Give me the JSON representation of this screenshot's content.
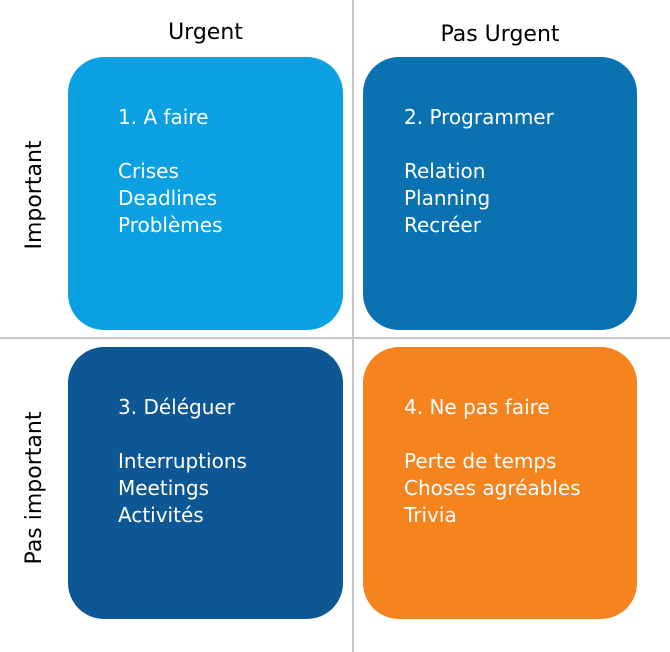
{
  "matrix": {
    "column_headers": [
      {
        "label": "Urgent"
      },
      {
        "label": "Pas Urgent"
      }
    ],
    "row_headers": [
      {
        "label": "Important"
      },
      {
        "label": "Pas important"
      }
    ],
    "quadrants": [
      {
        "number": "1",
        "title": "1. A faire",
        "items": [
          "Crises",
          "Deadlines",
          "Problèmes"
        ],
        "color": "#0AA0E1"
      },
      {
        "number": "2",
        "title": "2. Programmer",
        "items": [
          "Relation",
          "Planning",
          "Recréer"
        ],
        "color": "#0B72B1"
      },
      {
        "number": "3",
        "title": "3. Déléguer",
        "items": [
          "Interruptions",
          "Meetings",
          "Activités"
        ],
        "color": "#0D5795"
      },
      {
        "number": "4",
        "title": "4. Ne pas faire",
        "items": [
          "Perte de temps",
          "Choses agréables",
          "Trivia"
        ],
        "color": "#F5841F"
      }
    ],
    "colors": {
      "divider": "#C6C6C6",
      "quadrant_text": "#FFFFFF",
      "header_text": "#000000",
      "background": "#FFFFFF"
    }
  }
}
